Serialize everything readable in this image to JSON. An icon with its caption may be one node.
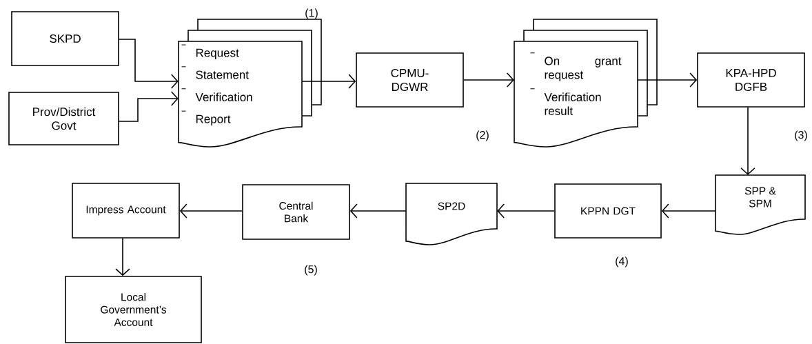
{
  "diagram": {
    "nodes": [
      {
        "text": [
          "SKPD"
        ]
      },
      {
        "text": [
          "Prov/District Govt"
        ]
      },
      {
        "text": [
          "Request",
          "Statement",
          "Verification",
          "Report"
        ]
      },
      {
        "text": [
          "CPMU- DGWR"
        ]
      },
      {
        "text": [
          "On grant request",
          "Verification result"
        ]
      },
      {
        "text": [
          "KPA-HPD DGFB"
        ]
      },
      {
        "text": [
          "SPP & SPM"
        ]
      },
      {
        "text": [
          "KPPN DGT"
        ]
      },
      {
        "text": [
          "SP2D"
        ]
      },
      {
        "text": [
          "Central Bank"
        ]
      },
      {
        "text": [
          "Impress Account"
        ]
      },
      {
        "text": [
          "Local Government’s Account"
        ]
      }
    ],
    "edges": [
      {
        "from": 0,
        "to": 2,
        "arrow": "to"
      },
      {
        "from": 1,
        "to": 2,
        "arrow": "to"
      },
      {
        "from": 2,
        "to": 3,
        "arrow": "to"
      },
      {
        "from": 3,
        "to": 4,
        "arrow": "to"
      },
      {
        "from": 4,
        "to": 5,
        "arrow": "to"
      },
      {
        "from": 5,
        "to": 6,
        "arrow": "to"
      },
      {
        "from": 6,
        "to": 7,
        "arrow": "to"
      },
      {
        "from": 7,
        "to": 8,
        "arrow": "to"
      },
      {
        "from": 8,
        "to": 9,
        "arrow": "to"
      },
      {
        "from": 9,
        "to": 10,
        "arrow": "to"
      },
      {
        "from": 10,
        "to": 11,
        "arrow": "to"
      }
    ],
    "labels": [
      "(1)",
      "(2)",
      "(3)",
      "(4)",
      "(5)"
    ]
  }
}
